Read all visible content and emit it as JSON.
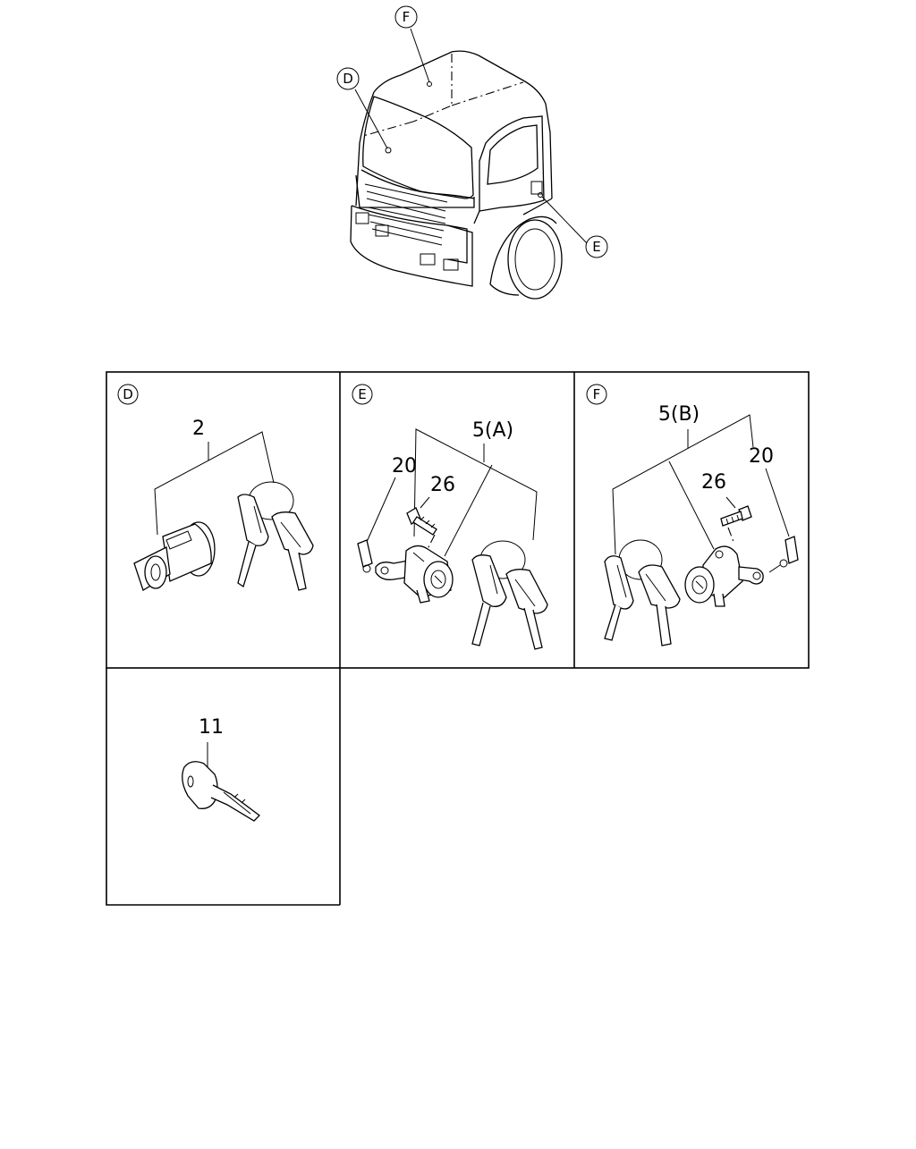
{
  "truck_callouts": [
    "F",
    "D",
    "E"
  ],
  "panels": {
    "D": {
      "label": "D",
      "parts": [
        "2"
      ]
    },
    "E": {
      "label": "E",
      "parts": [
        "5(A)",
        "20",
        "26"
      ]
    },
    "F": {
      "label": "F",
      "parts": [
        "5(B)",
        "26",
        "20"
      ]
    },
    "key": {
      "parts": [
        "11"
      ]
    }
  }
}
